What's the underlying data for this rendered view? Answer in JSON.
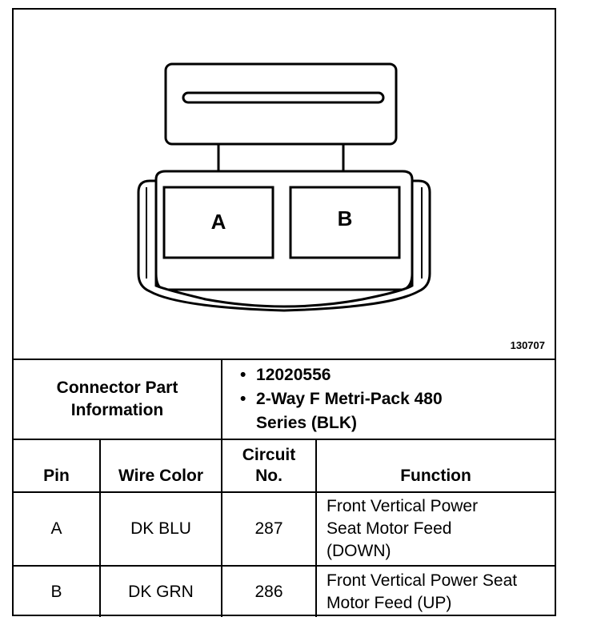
{
  "diagram": {
    "figure_number": "130707",
    "cavity_labels": [
      "A",
      "B"
    ]
  },
  "connector_info": {
    "label": "Connector Part Information",
    "values": [
      "12020556",
      "2-Way F Metri-Pack 480 Series (BLK)"
    ]
  },
  "table": {
    "headers": {
      "pin": "Pin",
      "wire_color": "Wire Color",
      "circuit_no": "Circuit No.",
      "function": "Function"
    },
    "rows": [
      {
        "pin": "A",
        "wire_color": "DK BLU",
        "circuit_no": "287",
        "function": "Front Vertical Power Seat Motor Feed (DOWN)"
      },
      {
        "pin": "B",
        "wire_color": "DK GRN",
        "circuit_no": "286",
        "function": "Front Vertical Power Seat Motor Feed (UP)"
      }
    ]
  }
}
